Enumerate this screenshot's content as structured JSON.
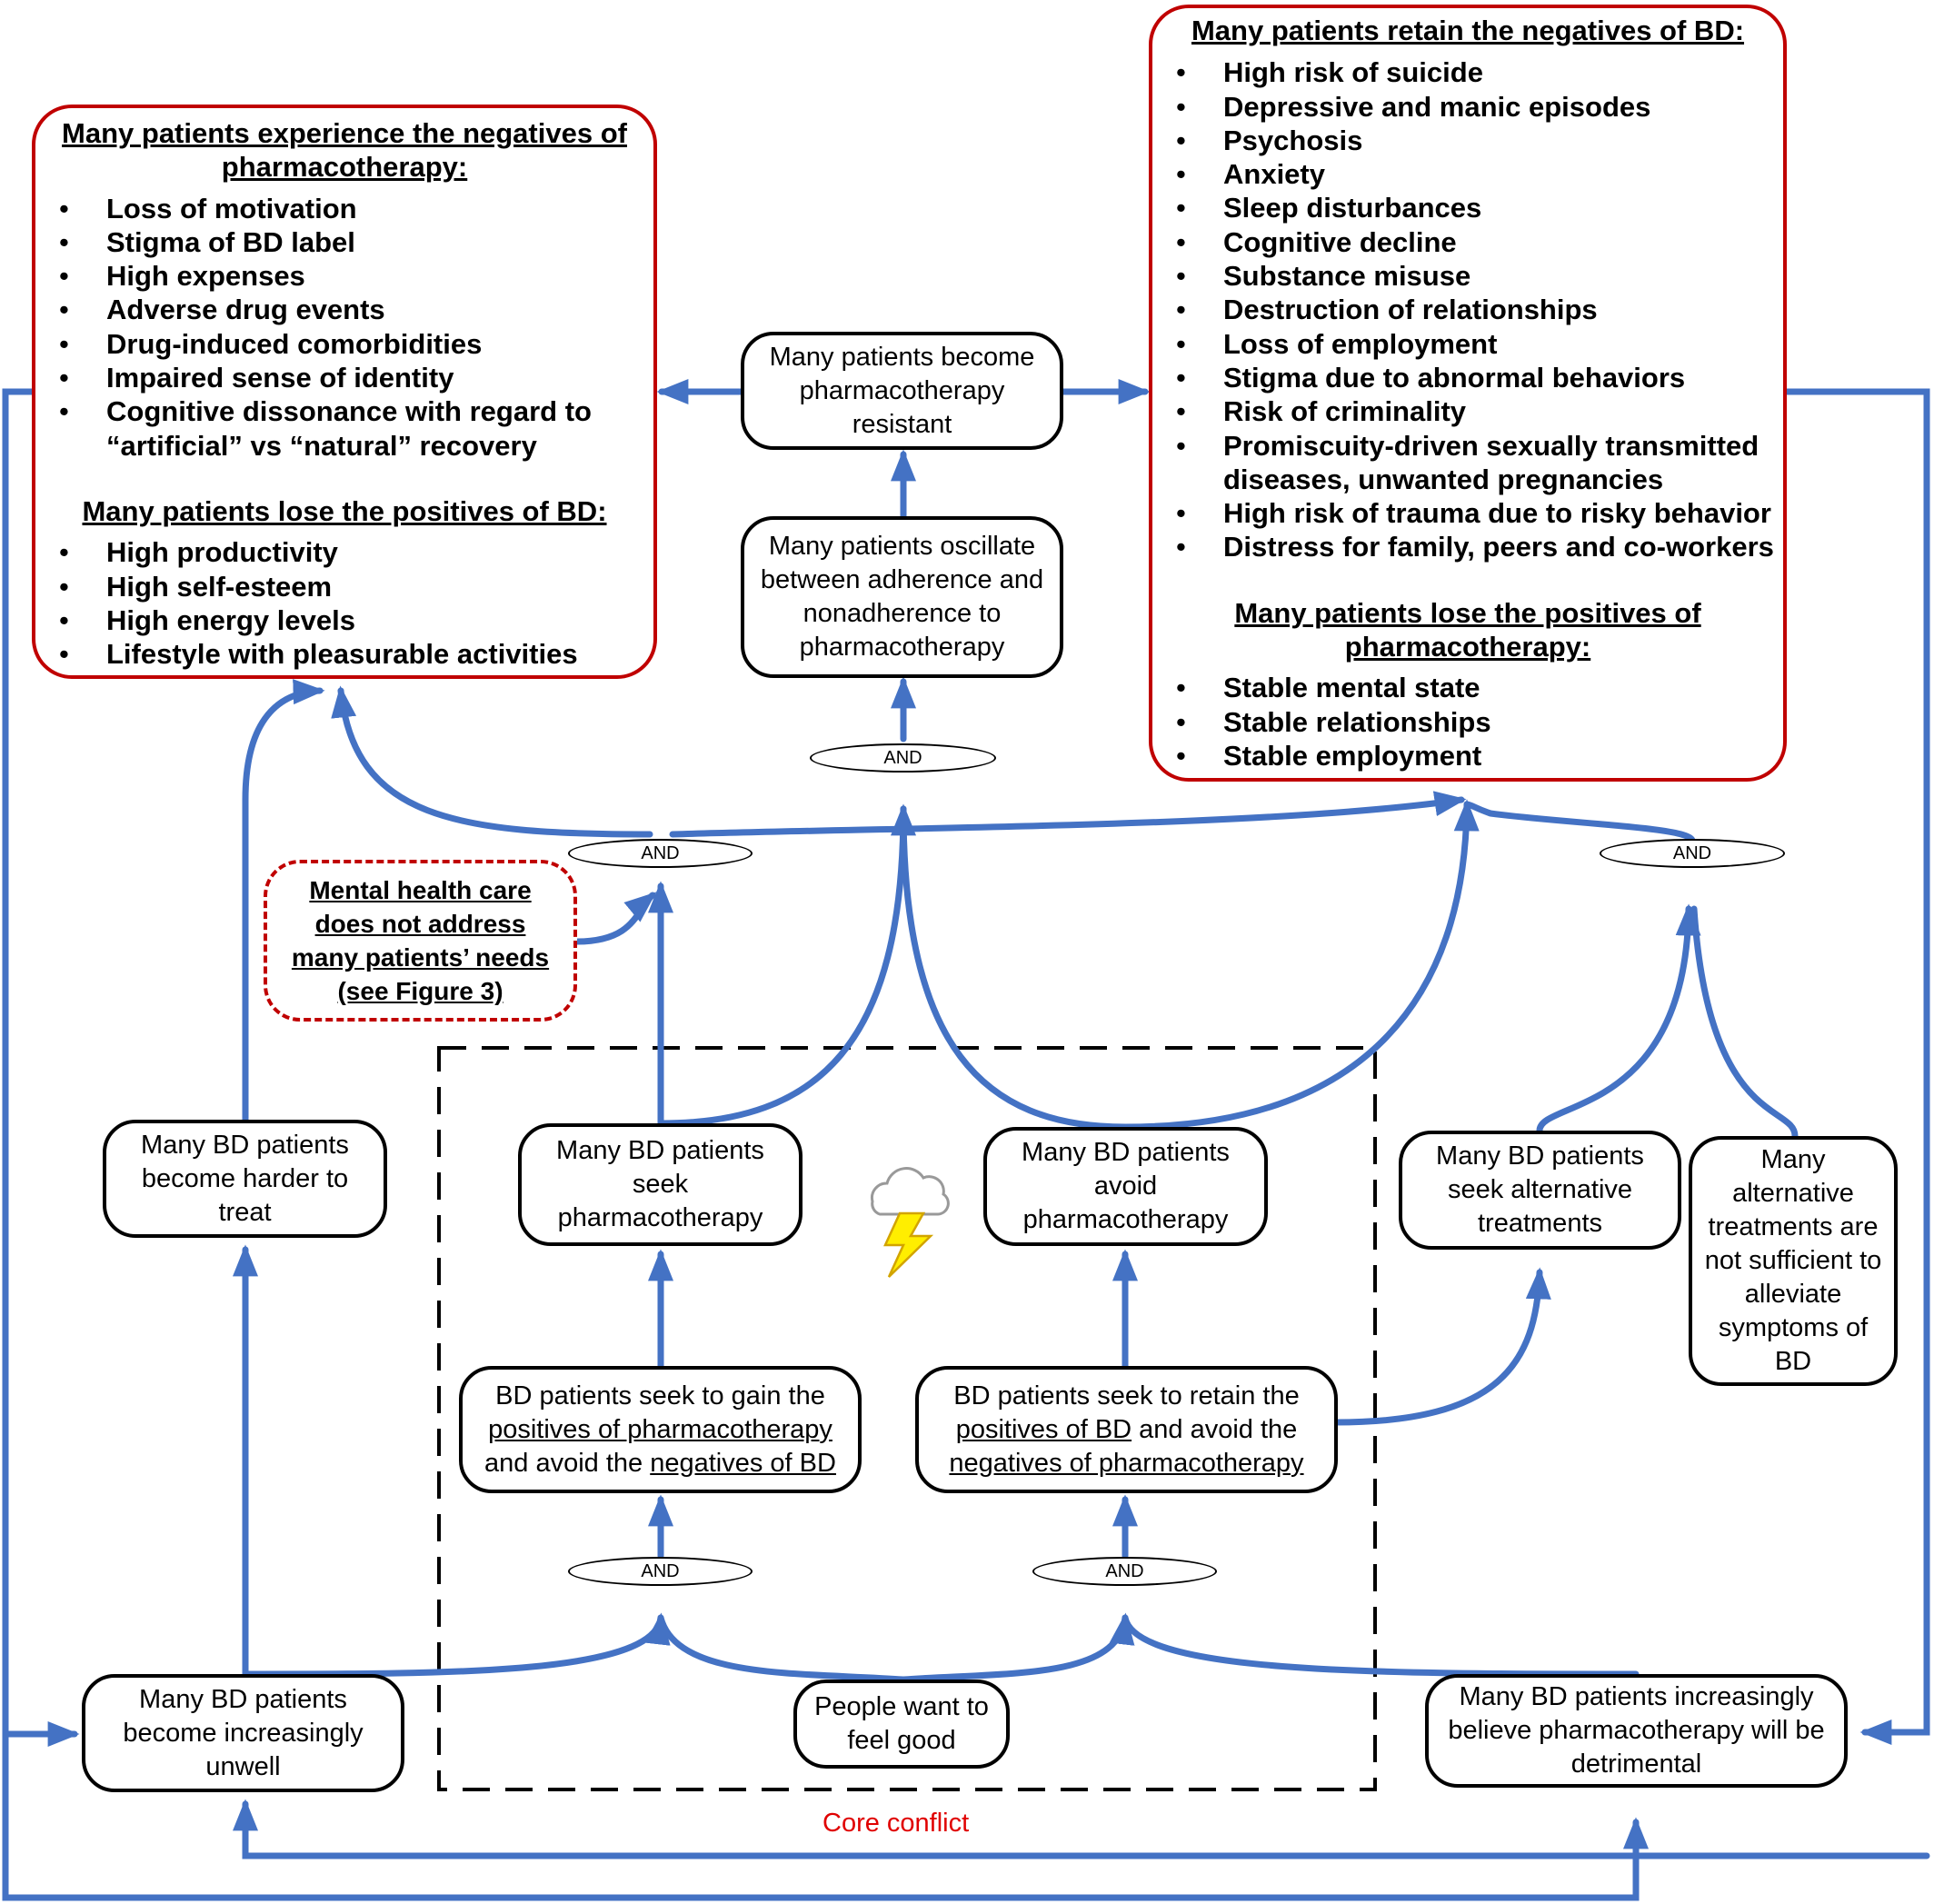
{
  "colors": {
    "arrow": "#4472c4",
    "red_border": "#c00000",
    "core_label": "#e00000"
  },
  "negatives_pharma_box": {
    "heading1_line1": "Many patients experience the negatives of",
    "heading1_line2": "pharmacotherapy:",
    "items1": [
      "Loss of motivation",
      "Stigma of BD label",
      "High expenses",
      "Adverse drug events",
      "Drug-induced comorbidities",
      "Impaired sense of identity",
      "Cognitive dissonance with regard to",
      "“artificial” vs “natural” recovery"
    ],
    "heading2": "Many patients lose the positives of BD:",
    "items2": [
      "High productivity",
      "High self-esteem",
      "High energy levels",
      "Lifestyle with pleasurable activities"
    ]
  },
  "negatives_bd_box": {
    "heading1": "Many patients retain the negatives of BD:",
    "items1": [
      "High risk of suicide",
      "Depressive and manic episodes",
      "Psychosis",
      "Anxiety",
      "Sleep disturbances",
      "Cognitive decline",
      "Substance misuse",
      "Destruction of relationships",
      "Loss of employment",
      "Stigma due to abnormal behaviors",
      "Risk of criminality",
      "Promiscuity-driven sexually transmitted",
      "diseases, unwanted pregnancies",
      "High risk of trauma due to risky behavior",
      "Distress for family, peers and co-workers"
    ],
    "heading2_line1": "Many patients lose the positives of",
    "heading2_line2": "pharmacotherapy:",
    "items2": [
      "Stable mental state",
      "Stable relationships",
      "Stable employment"
    ]
  },
  "nodes": {
    "resistant": [
      "Many patients become",
      "pharmacotherapy",
      "resistant"
    ],
    "oscillate": [
      "Many patients oscillate",
      "between adherence and",
      "nonadherence to",
      "pharmacotherapy"
    ],
    "harder_to_treat": [
      "Many BD patients",
      "become harder to",
      "treat"
    ],
    "seek_pharma": [
      "Many BD patients",
      "seek",
      "pharmacotherapy"
    ],
    "avoid_pharma": [
      "Many BD patients",
      "avoid",
      "pharmacotherapy"
    ],
    "seek_alt": [
      "Many BD patients",
      "seek alternative",
      "treatments"
    ],
    "alt_insufficient": [
      "Many",
      "alternative",
      "treatments are",
      "not sufficient to",
      "alleviate",
      "symptoms of",
      "BD"
    ],
    "gain_positives": {
      "line1": "BD patients seek to gain the",
      "line2_underlined": "positives of pharmacotherapy",
      "line3_prefix": "and avoid the ",
      "line3_underlined": "negatives of BD"
    },
    "retain_positives": {
      "line1": "BD patients seek to retain the",
      "line2_underlined": "positives of BD",
      "line2_suffix": " and avoid the",
      "line3_underlined": "negatives of pharmacotherapy"
    },
    "increasingly_unwell": [
      "Many BD patients",
      "become increasingly",
      "unwell"
    ],
    "feel_good": [
      "People want to",
      "feel good"
    ],
    "believe_detrimental": [
      "Many BD patients increasingly",
      "believe pharmacotherapy will be",
      "detrimental"
    ]
  },
  "mental_health_box": [
    "Mental health care",
    "does not address",
    "many patients’ needs",
    "(see Figure 3)"
  ],
  "and_label": "AND",
  "core_conflict_label": "Core conflict",
  "icon": "storm-cloud-lightning-icon"
}
